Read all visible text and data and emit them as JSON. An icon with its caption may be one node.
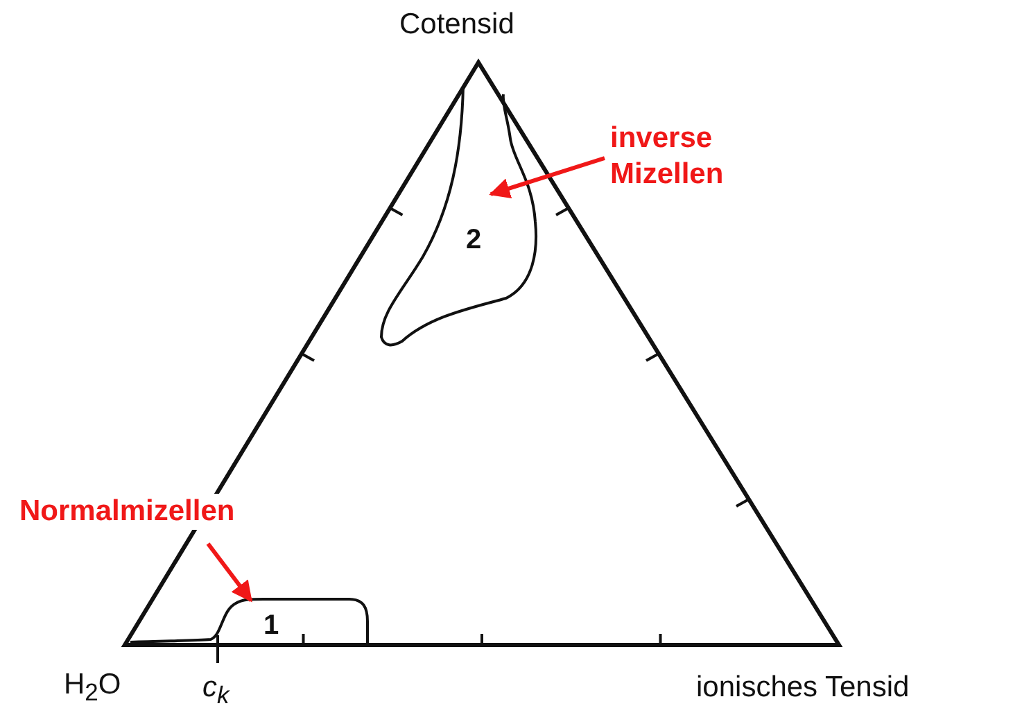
{
  "diagram": {
    "nodes": [
      {
        "text": [
          "Normalmizellen"
        ]
      },
      {
        "text": [
          "1"
        ]
      },
      {
        "text": [
          "inverse Mizellen"
        ]
      },
      {
        "text": [
          "2"
        ]
      }
    ],
    "edges": [
      {
        "from": 0,
        "to": 1,
        "arrow": "to"
      },
      {
        "from": 2,
        "to": 3,
        "arrow": "to"
      }
    ],
    "labels": [
      "Cotensid",
      "H$_{2}$O",
      "c$_{k}$",
      "ionisches Tensid"
    ]
  }
}
